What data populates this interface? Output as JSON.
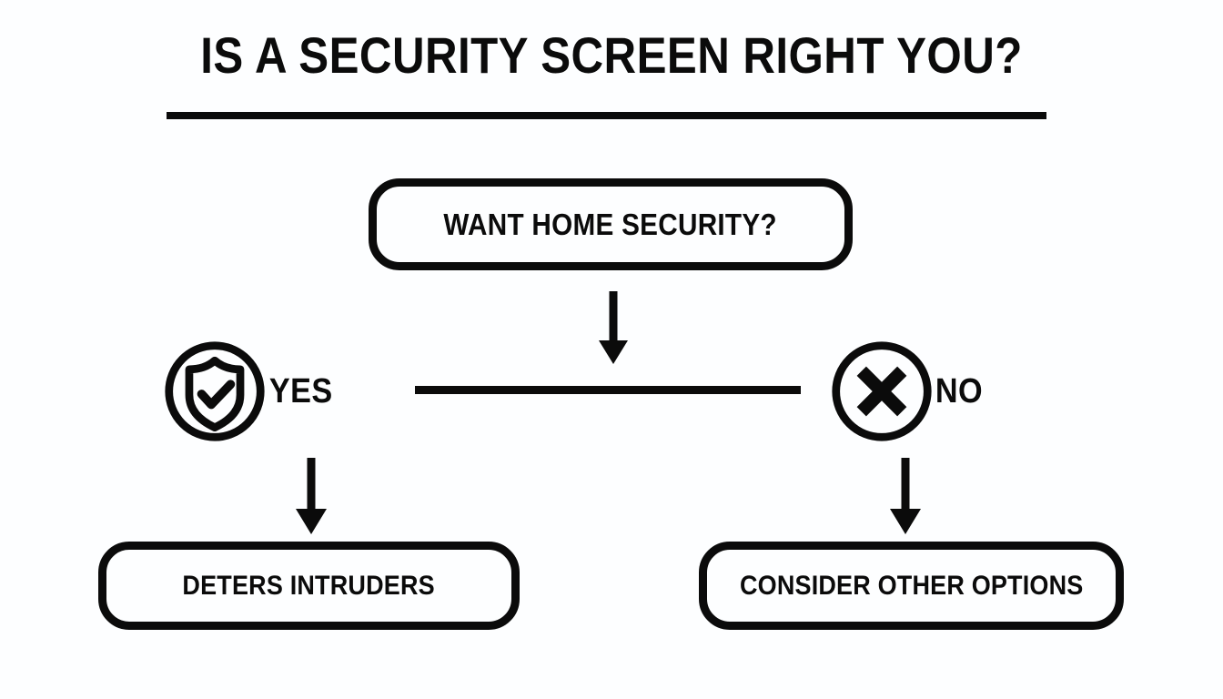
{
  "infographic": {
    "title": "IS A SECURITY SCREEN RIGHT YOU?",
    "accent_color": "#0b0b0b",
    "background_color": "#fdfeff"
  },
  "flowchart": {
    "question": {
      "label": "WANT HOME SECURITY?"
    },
    "branches": [
      {
        "key": "yes",
        "label": "YES",
        "icon": "shield-check-circle-icon",
        "outcome": "DETERS INTRUDERS"
      },
      {
        "key": "no",
        "label": "NO",
        "icon": "x-circle-icon",
        "outcome": "CONSIDER OTHER OPTIONS"
      }
    ],
    "outcomes": {
      "yes": "DETERS INTRUDERS",
      "no": "CONSIDER OTHER OPTIONS"
    },
    "connectors": {
      "from_question": "down-arrow-icon",
      "to_yes_outcome": "down-arrow-icon",
      "to_no_outcome": "down-arrow-icon",
      "branch_divider": "horizontal-line"
    }
  }
}
